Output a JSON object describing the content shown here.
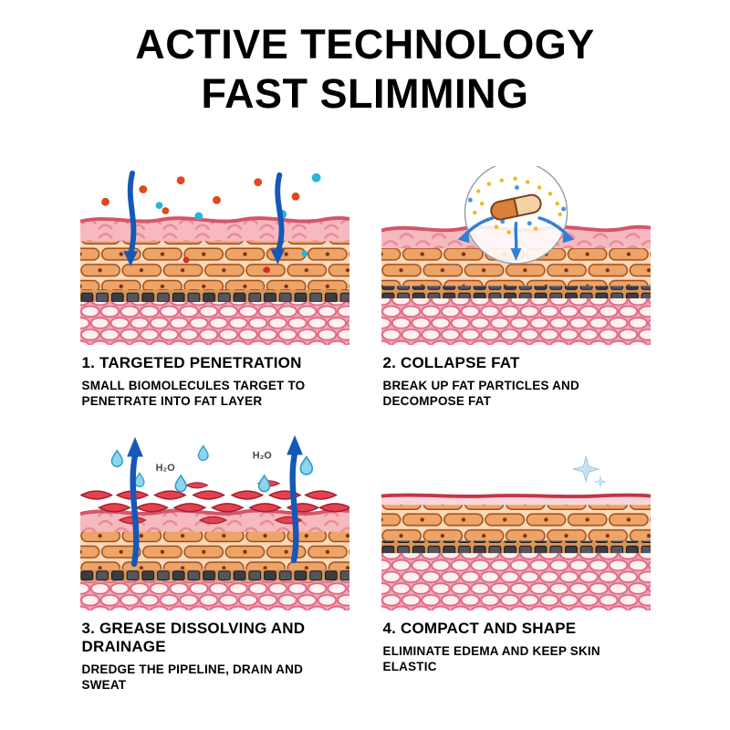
{
  "title": {
    "line1": "ACTIVE TECHNOLOGY",
    "line2": "FAST SLIMMING"
  },
  "panels": [
    {
      "title": "1. TARGETED PENETRATION",
      "desc": "SMALL BIOMOLECULES TARGET TO PENETRATE INTO FAT LAYER"
    },
    {
      "title": "2. COLLAPSE FAT",
      "desc": "BREAK UP FAT PARTICLES AND DECOMPOSE FAT"
    },
    {
      "title": "3. GREASE DISSOLVING AND DRAINAGE",
      "desc": "DREDGE THE PIPELINE, DRAIN AND SWEAT"
    },
    {
      "title": "4. COMPACT AND SHAPE",
      "desc": "ELIMINATE EDEMA AND KEEP SKIN ELASTIC"
    }
  ],
  "labels": {
    "h2o": "H₂O"
  },
  "icons": {
    "down-arrow-icon": "thick blue arrow curving down into skin",
    "up-arrow-icon": "thick blue arrow curving up out of skin",
    "water-droplet-icon": "blue teardrop",
    "sparkle-icon": "light blue four-point sparkle",
    "fat-capsule-icon": "two-tone orange capsule",
    "magnifier-circle": "zoom circle showing fat break-up"
  },
  "colors": {
    "title_text": "#000000",
    "arrow_blue": "#1558b8",
    "epidermis_pink": "#f6b9bf",
    "epidermis_edge": "#d4556a",
    "cell_orange": "#eda466",
    "fat_layer_pink": "#f2a8b5",
    "red_particle": "#e04820",
    "teal_particle": "#2bb3d8",
    "lens_red": "#e4414f",
    "droplet_blue": "#8ed4ee",
    "capsule_orange": "#d8803c",
    "capsule_cream": "#f3d2a6",
    "dot_yellow": "#f0bc1a",
    "dot_blue": "#3f98e0"
  }
}
